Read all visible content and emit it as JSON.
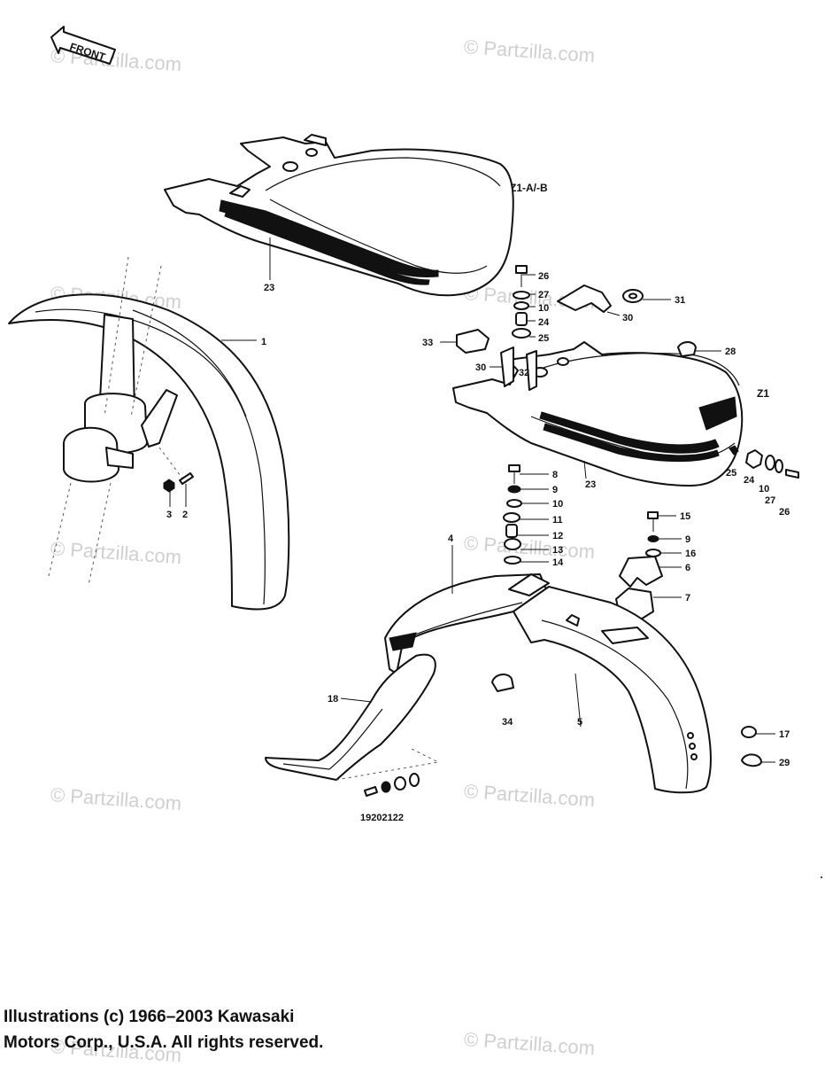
{
  "watermark": "© Partzilla.com",
  "front_label": "FRONT",
  "variants": {
    "z1_ab": "Z1-A/-B",
    "z1": "Z1"
  },
  "callouts": {
    "c1": "1",
    "c2": "2",
    "c3": "3",
    "c4": "4",
    "c5": "5",
    "c6": "6",
    "c7": "7",
    "c8": "8",
    "c9a": "9",
    "c9b": "9",
    "c10a": "10",
    "c10b": "10",
    "c10c": "10",
    "c11": "11",
    "c12": "12",
    "c13": "13",
    "c14": "14",
    "c15": "15",
    "c16": "16",
    "c17": "17",
    "c18": "18",
    "c19222": "19202122",
    "c23a": "23",
    "c23b": "23",
    "c24a": "24",
    "c24b": "24",
    "c25a": "25",
    "c25b": "25",
    "c26a": "26",
    "c26b": "26",
    "c27a": "27",
    "c27b": "27",
    "c28": "28",
    "c29": "29",
    "c30a": "30",
    "c30b": "30",
    "c31": "31",
    "c32": "32",
    "c33": "33",
    "c34": "34"
  },
  "copyright": {
    "line1": "Illustrations (c) 1966–2003 Kawasaki",
    "line2": "Motors Corp., U.S.A.  All rights reserved."
  }
}
